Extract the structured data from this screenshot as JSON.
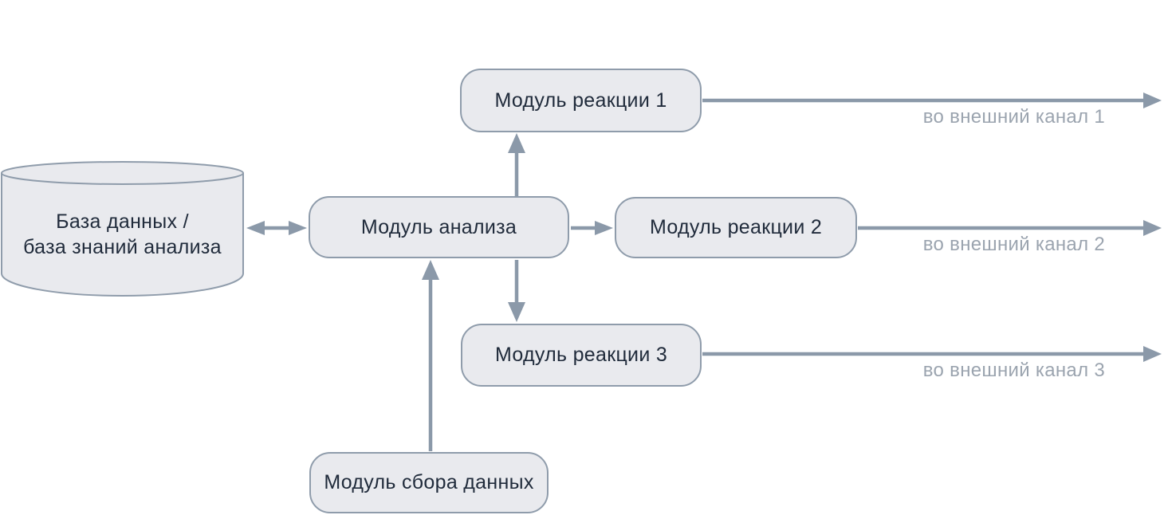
{
  "diagram": {
    "title": "Architecture of analysis system (data flow diagram)",
    "nodes": {
      "database": {
        "shape": "cylinder",
        "label_line1": "База данных /",
        "label_line2": "база знаний анализа"
      },
      "analysis": {
        "shape": "rounded-rect",
        "label": "Модуль анализа"
      },
      "reaction1": {
        "shape": "rounded-rect",
        "label": "Модуль реакции 1"
      },
      "reaction2": {
        "shape": "rounded-rect",
        "label": "Модуль реакции 2"
      },
      "reaction3": {
        "shape": "rounded-rect",
        "label": "Модуль реакции 3"
      },
      "collector": {
        "shape": "rounded-rect",
        "label": "Модуль сбора данных"
      }
    },
    "channel_labels": [
      "во внешний канал 1",
      "во внешний канал 2",
      "во внешний канал 3"
    ],
    "edges": [
      {
        "from": "database",
        "to": "analysis",
        "direction": "bidirectional"
      },
      {
        "from": "analysis",
        "to": "reaction1",
        "direction": "one-way"
      },
      {
        "from": "analysis",
        "to": "reaction2",
        "direction": "one-way"
      },
      {
        "from": "analysis",
        "to": "reaction3",
        "direction": "one-way"
      },
      {
        "from": "collector",
        "to": "analysis",
        "direction": "one-way"
      },
      {
        "from": "reaction1",
        "to": "external-channel-1",
        "direction": "one-way"
      },
      {
        "from": "reaction2",
        "to": "external-channel-2",
        "direction": "one-way"
      },
      {
        "from": "reaction3",
        "to": "external-channel-3",
        "direction": "one-way"
      }
    ],
    "colors": {
      "background": "#ffffff",
      "node_fill": "#e9eaee",
      "node_border": "#8f9cab",
      "arrow": "#8b99a9",
      "node_text": "#202b3b",
      "channel_label_text": "#9ba4af"
    }
  }
}
